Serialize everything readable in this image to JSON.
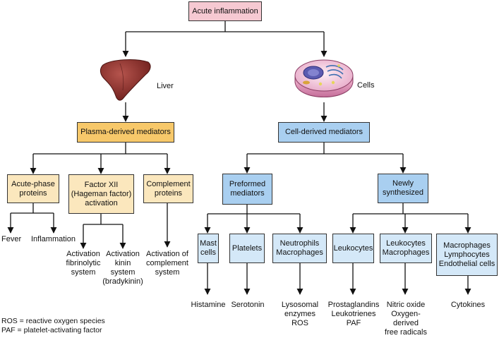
{
  "title": "Acute inflammation",
  "liver_label": "Liver",
  "cells_label": "Cells",
  "plasma": {
    "label": "Plasma-derived mediators",
    "acute_phase": "Acute-phase\nproteins",
    "factor_xii": "Factor XII\n(Hageman factor)\nactivation",
    "complement": "Complement\nproteins",
    "fever": "Fever",
    "inflammation": "Inflammation",
    "fibrinolytic": "Activation\nfibrinolytic\nsystem",
    "kinin": "Activation\nkinin\nsystem\n(bradykinin)",
    "complement_act": "Activation of\ncomplement\nsystem"
  },
  "cell": {
    "label": "Cell-derived mediators",
    "preformed": "Preformed\nmediators",
    "newly": "Newly\nsynthesized",
    "mast": "Mast\ncells",
    "platelets": "Platelets",
    "neutrophils": "Neutrophils\nMacrophages",
    "leukocytes": "Leukocytes",
    "leuk_macro": "Leukocytes\nMacrophages",
    "macro_lymph": "Macrophages\nLymphocytes\nEndothelial cells",
    "histamine": "Histamine",
    "serotonin": "Serotonin",
    "lysosomal": "Lysosomal\nenzymes\nROS",
    "prostaglandins": "Prostaglandins\nLeukotrienes\nPAF",
    "nitric": "Nitric oxide\nOxygen-\nderived\nfree radicals",
    "cytokines": "Cytokines"
  },
  "footnotes": {
    "ros": "ROS = reactive oxygen species",
    "paf": "PAF = platelet-activating factor"
  }
}
